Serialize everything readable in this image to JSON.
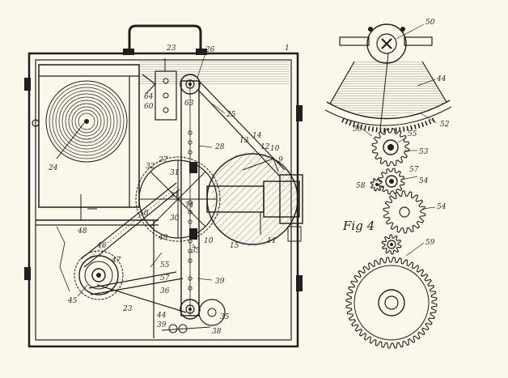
{
  "figure": {
    "fig4_label": "Fig 4",
    "colors": {
      "paper": "#fbf7ea",
      "ink": "#1f1f1f"
    }
  },
  "labels": [
    {
      "id": "l1",
      "text": "1"
    },
    {
      "id": "l23a",
      "text": "23"
    },
    {
      "id": "l26",
      "text": "26"
    },
    {
      "id": "l64",
      "text": "64"
    },
    {
      "id": "l60",
      "text": "60"
    },
    {
      "id": "l63",
      "text": "63"
    },
    {
      "id": "l25",
      "text": "25"
    },
    {
      "id": "l24",
      "text": "24"
    },
    {
      "id": "l28",
      "text": "28"
    },
    {
      "id": "l27",
      "text": "27"
    },
    {
      "id": "l32",
      "text": "32"
    },
    {
      "id": "l31a",
      "text": "31"
    },
    {
      "id": "l31b",
      "text": "31"
    },
    {
      "id": "l13",
      "text": "13"
    },
    {
      "id": "l14",
      "text": "14"
    },
    {
      "id": "l12",
      "text": "12"
    },
    {
      "id": "l10a",
      "text": "10"
    },
    {
      "id": "l9",
      "text": "9"
    },
    {
      "id": "l34",
      "text": "34"
    },
    {
      "id": "l30",
      "text": "30"
    },
    {
      "id": "l50",
      "text": "50"
    },
    {
      "id": "l49",
      "text": "49"
    },
    {
      "id": "l48",
      "text": "48"
    },
    {
      "id": "l46",
      "text": "46"
    },
    {
      "id": "l47",
      "text": "47"
    },
    {
      "id": "l33",
      "text": "33"
    },
    {
      "id": "l10b",
      "text": "10"
    },
    {
      "id": "l15",
      "text": "15"
    },
    {
      "id": "l11",
      "text": "11"
    },
    {
      "id": "l55a",
      "text": "55"
    },
    {
      "id": "l57a",
      "text": "57"
    },
    {
      "id": "l36",
      "text": "36"
    },
    {
      "id": "l39",
      "text": "39"
    },
    {
      "id": "l45",
      "text": "45"
    },
    {
      "id": "l23b",
      "text": "23"
    },
    {
      "id": "l35",
      "text": "35"
    },
    {
      "id": "l44",
      "text": "44"
    },
    {
      "id": "l39b",
      "text": "39"
    },
    {
      "id": "l38",
      "text": "38"
    },
    {
      "id": "r50",
      "text": "50"
    },
    {
      "id": "r44",
      "text": "44"
    },
    {
      "id": "r52",
      "text": "52"
    },
    {
      "id": "r56",
      "text": "56"
    },
    {
      "id": "r55",
      "text": "55"
    },
    {
      "id": "r53",
      "text": "53"
    },
    {
      "id": "r57",
      "text": "57"
    },
    {
      "id": "r58",
      "text": "58"
    },
    {
      "id": "r54a",
      "text": "54"
    },
    {
      "id": "r54b",
      "text": "54"
    },
    {
      "id": "r59",
      "text": "59"
    }
  ]
}
